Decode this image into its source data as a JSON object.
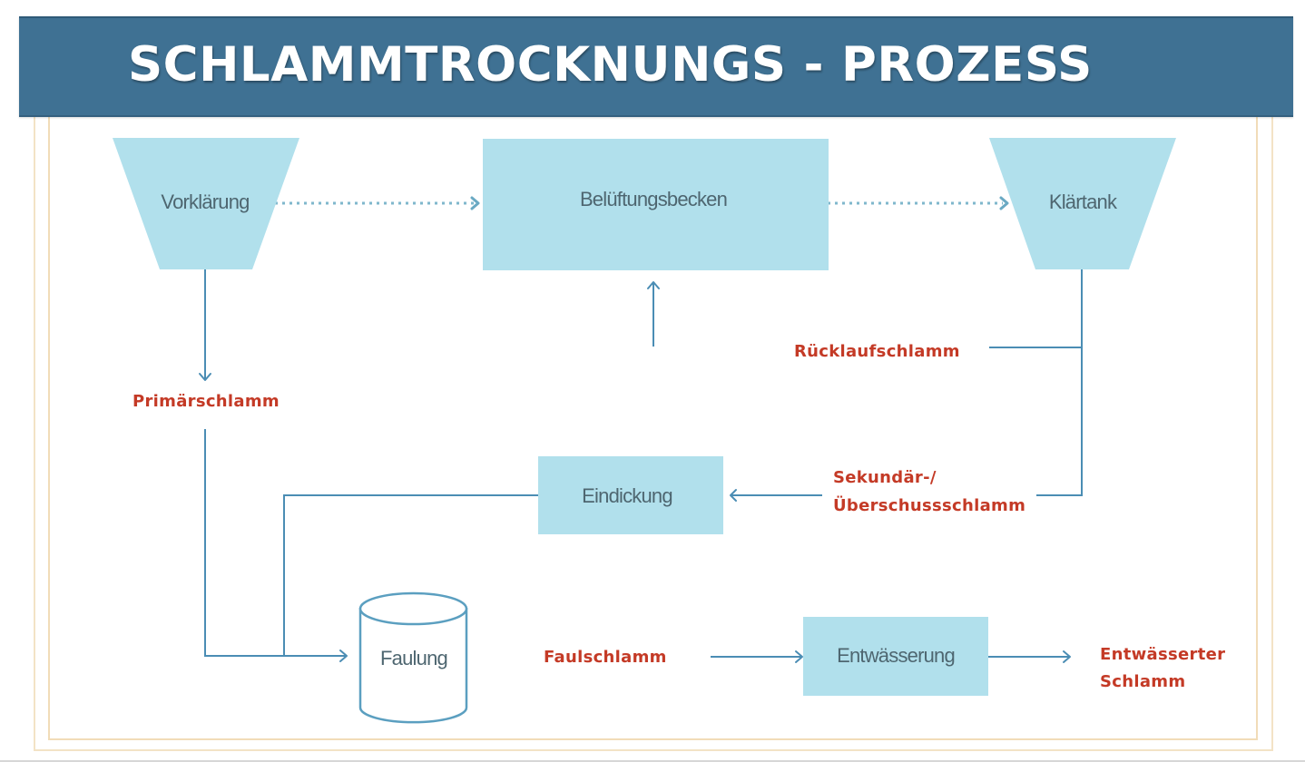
{
  "header": {
    "title": "SCHLAMMTROCKNUNGS - PROZESS"
  },
  "colors": {
    "header_bg": "#3f7193",
    "node_fill": "#b1e0ec",
    "connector": "#4b8db4",
    "flow_label": "#c43a26",
    "frame": "#f1dcb8"
  },
  "nodes": {
    "vorklaerung": {
      "label": "Vorklärung",
      "shape": "trapezoid"
    },
    "belueftungsbecken": {
      "label": "Belüftungsbecken",
      "shape": "rectangle"
    },
    "klaertank": {
      "label": "Klärtank",
      "shape": "trapezoid"
    },
    "eindickung": {
      "label": "Eindickung",
      "shape": "rectangle"
    },
    "faulung": {
      "label": "Faulung",
      "shape": "cylinder"
    },
    "entwaesserung": {
      "label": "Entwässerung",
      "shape": "rectangle"
    }
  },
  "flows": {
    "primaerschlamm": "Primärschlamm",
    "ruecklaufschlamm": "Rücklaufschlamm",
    "sekundaer_line1": "Sekundär-/",
    "sekundaer_line2": "Überschussschlamm",
    "faulschlamm": "Faulschlamm",
    "entwaesserter_line1": "Entwässerter",
    "entwaesserter_line2": "Schlamm"
  },
  "edges": [
    {
      "from": "Vorklärung",
      "to": "Belüftungsbecken",
      "style": "dotted"
    },
    {
      "from": "Belüftungsbecken",
      "to": "Klärtank",
      "style": "dotted"
    },
    {
      "from": "Vorklärung",
      "to": "Primärschlamm",
      "style": "solid"
    },
    {
      "from": "Klärtank",
      "to": "Rücklaufschlamm",
      "style": "solid"
    },
    {
      "from": "Rücklaufschlamm",
      "to": "Belüftungsbecken",
      "style": "solid"
    },
    {
      "from": "Klärtank",
      "to": "Sekundär-/Überschussschlamm",
      "style": "solid"
    },
    {
      "from": "Sekundär-/Überschussschlamm",
      "to": "Eindickung",
      "style": "solid"
    },
    {
      "from": "Eindickung",
      "to": "Faulung",
      "style": "solid"
    },
    {
      "from": "Primärschlamm",
      "to": "Faulung",
      "style": "solid"
    },
    {
      "from": "Faulschlamm",
      "to": "Entwässerung",
      "style": "solid"
    },
    {
      "from": "Entwässerung",
      "to": "Entwässerter Schlamm",
      "style": "solid"
    }
  ]
}
